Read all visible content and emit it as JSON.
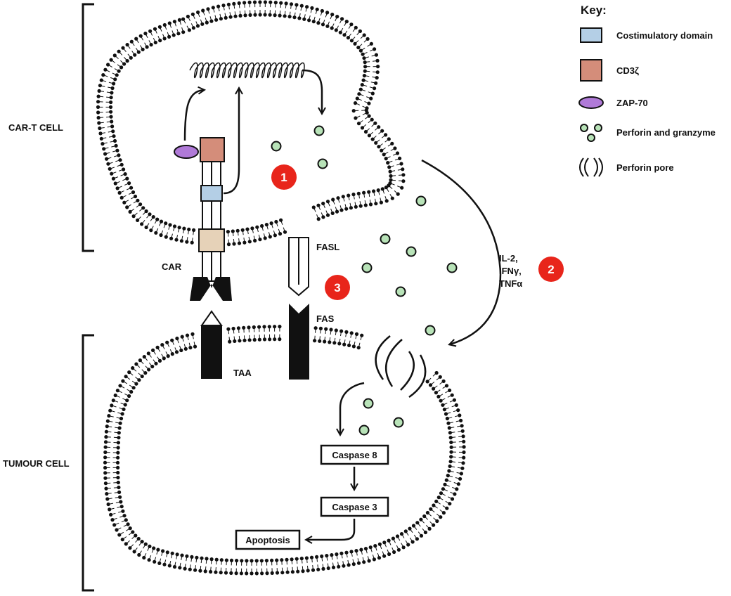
{
  "labels": {
    "car_t_cell": "CAR-T CELL",
    "tumour_cell": "TUMOUR CELL",
    "car": "CAR",
    "taa": "TAA",
    "fasl": "FASL",
    "fas": "FAS",
    "cytokines": [
      "IL-2,",
      "IFNγ,",
      "TNFα"
    ]
  },
  "steps": [
    "1",
    "2",
    "3"
  ],
  "pathway": {
    "caspase8": "Caspase 8",
    "caspase3": "Caspase 3",
    "apoptosis": "Apoptosis"
  },
  "key": {
    "title": "Key:",
    "items": [
      {
        "label": "Costimulatory domain",
        "icon": "blue-square",
        "color": "#b4cfe6"
      },
      {
        "label": "CD3ζ",
        "icon": "salmon-square",
        "color": "#d48d7a"
      },
      {
        "label": "ZAP-70",
        "icon": "purple-ellipse",
        "color": "#b07ad8"
      },
      {
        "label": "Perforin and granzyme",
        "icon": "green-dots",
        "color": "#b8e3b8"
      },
      {
        "label": "Perforin pore",
        "icon": "pore-arcs"
      }
    ]
  },
  "colors": {
    "step_badge": "#e8251b",
    "costim": "#b4cfe6",
    "cd3z": "#d48d7a",
    "zap70": "#b07ad8",
    "granule": "#b8e3b8",
    "transmembrane": "#e6d2b8"
  }
}
